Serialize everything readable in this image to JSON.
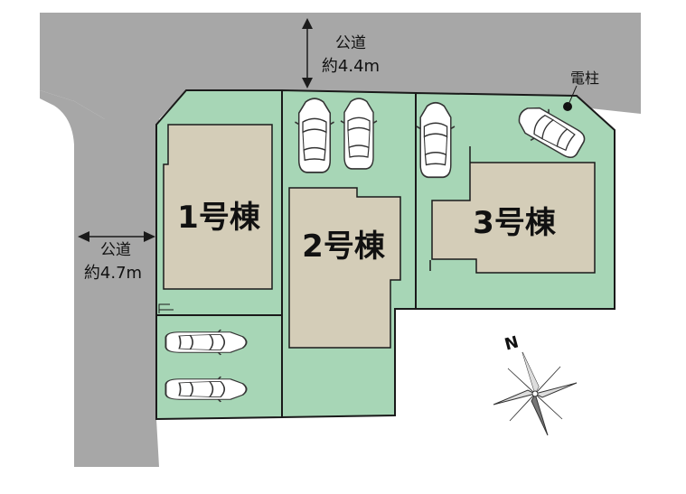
{
  "roads": {
    "north": {
      "name": "公道",
      "width": "約4.4m"
    },
    "west": {
      "name": "公道",
      "width": "約4.7m"
    }
  },
  "utility_pole": "電柱",
  "compass": "N",
  "buildings": [
    {
      "label": "1号棟"
    },
    {
      "label": "2号棟"
    },
    {
      "label": "3号棟"
    }
  ],
  "colors": {
    "road": "#a7a7a7",
    "lot": "#a7d6b6",
    "building": "#d4cdb8",
    "outline": "#1a1a1a"
  }
}
